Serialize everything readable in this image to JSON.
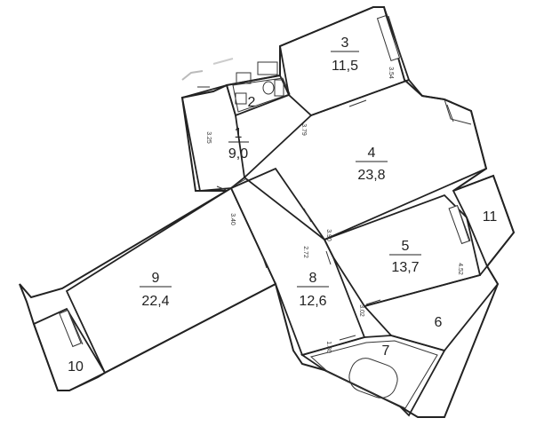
{
  "rooms": [
    {
      "id": "1",
      "area": "9,0"
    },
    {
      "id": "2",
      "area": ""
    },
    {
      "id": "3",
      "area": "11,5"
    },
    {
      "id": "4",
      "area": "23,8"
    },
    {
      "id": "5",
      "area": "13,7"
    },
    {
      "id": "6",
      "area": ""
    },
    {
      "id": "7",
      "area": ""
    },
    {
      "id": "8",
      "area": "12,6"
    },
    {
      "id": "9",
      "area": "22,4"
    },
    {
      "id": "10",
      "area": ""
    },
    {
      "id": "11",
      "area": ""
    }
  ],
  "dimensions": {
    "d325": "3.25",
    "d379": "3.79",
    "d354": "3.54",
    "d340": "3.40",
    "d272": "2.72",
    "d390": "3.90",
    "d452": "4.52",
    "d302": "3.02",
    "d180": "1.80"
  }
}
